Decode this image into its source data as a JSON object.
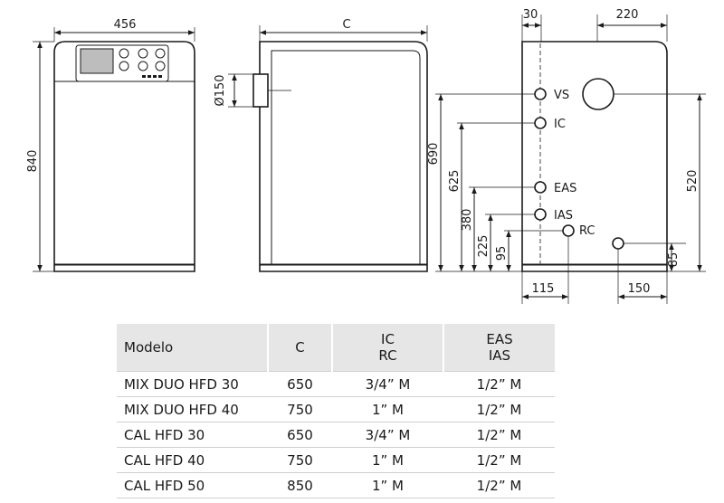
{
  "dimensions": {
    "front_width": "456",
    "height": "840",
    "side_depth": "C",
    "flue_diameter": "Ø150",
    "rear_offset_30": "30",
    "rear_offset_220": "220",
    "h690": "690",
    "h625": "625",
    "h380": "380",
    "h225": "225",
    "h95": "95",
    "h520": "520",
    "h85": "85",
    "w115": "115",
    "w150": "150"
  },
  "connections": {
    "vs": "VS",
    "ic": "IC",
    "eas": "EAS",
    "ias": "IAS",
    "rc": "RC"
  },
  "table": {
    "headers": {
      "model": "Modelo",
      "c": "C",
      "ic": "IC",
      "rc": "RC",
      "eas": "EAS",
      "ias": "IAS"
    },
    "rows": [
      {
        "model": "MIX DUO HFD 30",
        "c": "650",
        "icrc": "3/4” M",
        "easias": "1/2” M"
      },
      {
        "model": "MIX DUO HFD 40",
        "c": "750",
        "icrc": "1” M",
        "easias": "1/2” M"
      },
      {
        "model": "CAL HFD 30",
        "c": "650",
        "icrc": "3/4” M",
        "easias": "1/2” M"
      },
      {
        "model": "CAL HFD 40",
        "c": "750",
        "icrc": "1” M",
        "easias": "1/2” M"
      },
      {
        "model": "CAL HFD 50",
        "c": "850",
        "icrc": "1” M",
        "easias": "1/2” M"
      }
    ]
  }
}
